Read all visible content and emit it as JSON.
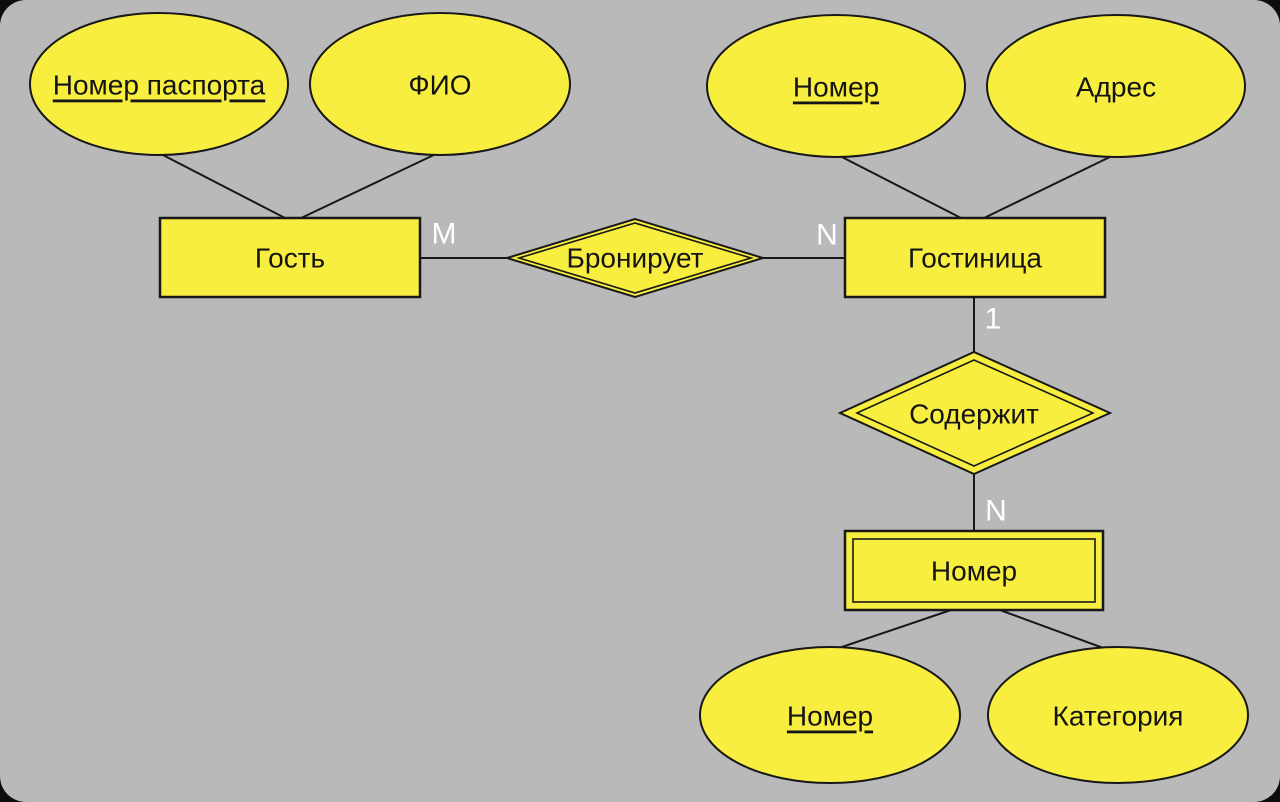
{
  "diagram": {
    "type": "er-diagram",
    "entities": {
      "guest": {
        "label": "Гость"
      },
      "hotel": {
        "label": "Гостиница"
      },
      "room": {
        "label": "Номер",
        "weak": true
      }
    },
    "relationships": {
      "books": {
        "label": "Бронирует"
      },
      "contains": {
        "label": "Содержит",
        "identifying": true
      }
    },
    "attributes": {
      "passport_number": {
        "label": "Номер паспорта",
        "key": true,
        "owner": "guest"
      },
      "full_name": {
        "label": "ФИО",
        "key": false,
        "owner": "guest"
      },
      "hotel_number": {
        "label": "Номер",
        "key": true,
        "owner": "hotel"
      },
      "address": {
        "label": "Адрес",
        "key": false,
        "owner": "hotel"
      },
      "room_number": {
        "label": "Номер",
        "key": true,
        "owner": "room"
      },
      "category": {
        "label": "Категория",
        "key": false,
        "owner": "room"
      }
    },
    "cardinalities": {
      "guest_books": "M",
      "books_hotel": "N",
      "hotel_contains": "1",
      "contains_room": "N"
    },
    "colors": {
      "background": "#B9B9B9",
      "node_fill": "#F8EE40",
      "stroke": "#181818",
      "text": "#141414",
      "cardinality_text": "#FFFFFF"
    }
  }
}
